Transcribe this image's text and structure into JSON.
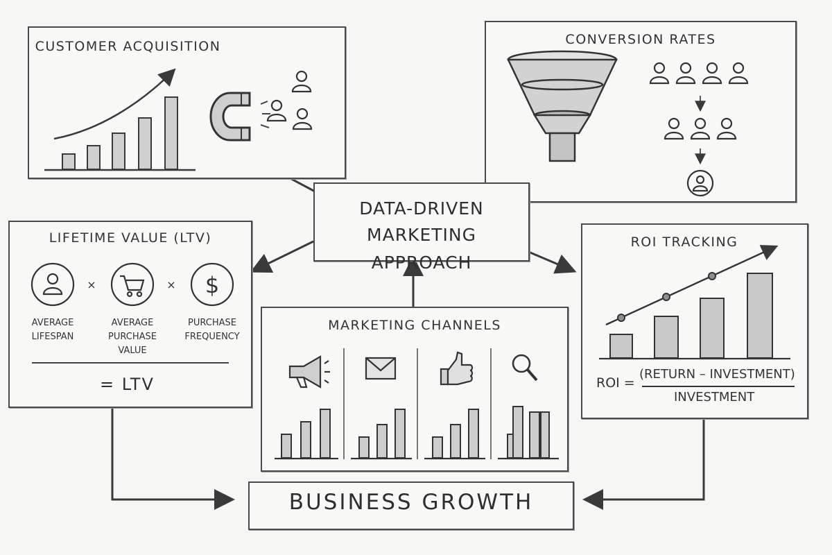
{
  "center": {
    "line1": "DATA-DRIVEN",
    "line2": "MARKETING APPROACH"
  },
  "customer_acquisition": {
    "title": "CUSTOMER ACQUISITION"
  },
  "conversion_rates": {
    "title": "CONVERSION RATES"
  },
  "lifetime_value": {
    "title": "LIFETIME VALUE (LTV)",
    "factors": [
      {
        "icon": "person-icon",
        "label_line1": "AVERAGE",
        "label_line2": "LIFESPAN",
        "label_line3": ""
      },
      {
        "icon": "shopping-cart-icon",
        "label_line1": "AVERAGE",
        "label_line2": "PURCHASE",
        "label_line3": "VALUE"
      },
      {
        "icon": "dollar-icon",
        "label_line1": "PURCHASE",
        "label_line2": "FREQUENCY",
        "label_line3": ""
      }
    ],
    "operator": "×",
    "result": "= LTV"
  },
  "marketing_channels": {
    "title": "MARKETING CHANNELS",
    "channels": [
      {
        "icon": "megaphone-icon"
      },
      {
        "icon": "envelope-icon"
      },
      {
        "icon": "thumbs-up-icon"
      },
      {
        "icon": "magnifier-icon"
      }
    ]
  },
  "roi_tracking": {
    "title": "ROI TRACKING",
    "formula_lhs": "ROI =",
    "numerator": "(RETURN – INVESTMENT)",
    "denominator": "INVESTMENT"
  },
  "business_growth": {
    "title": "BUSINESS GROWTH"
  },
  "colors": {
    "ink": "#2e2e2e",
    "paper": "#f6f6f4",
    "bar_fill": "#c9c9c9"
  }
}
